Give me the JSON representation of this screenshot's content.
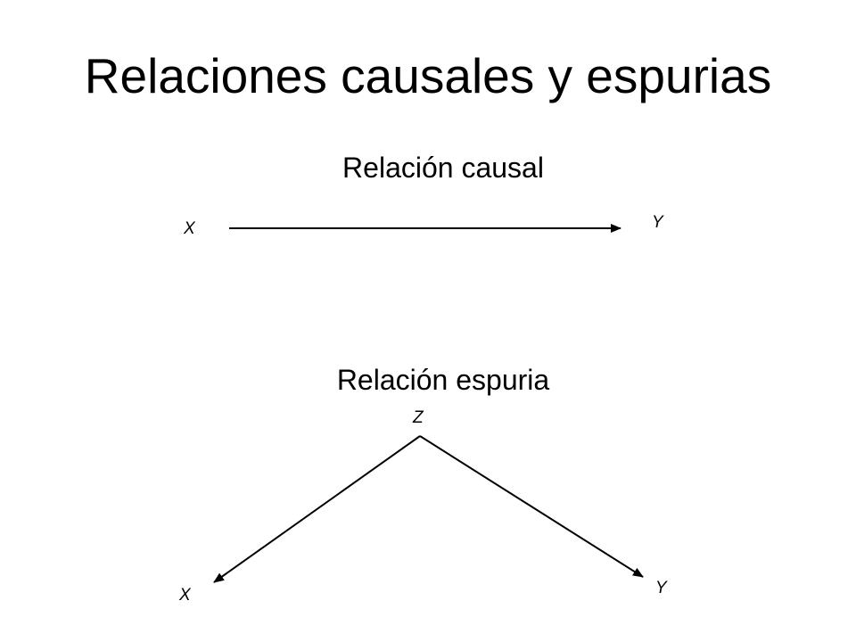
{
  "title": "Relaciones causales y espurias",
  "causal": {
    "heading": "Relación causal",
    "x_label": "X",
    "y_label": "Y"
  },
  "spurious": {
    "heading": "Relación espuria",
    "z_label": "Z",
    "x_label": "X",
    "y_label": "Y"
  },
  "colors": {
    "text": "#000000",
    "lines": "#000000",
    "background": "#ffffff"
  }
}
